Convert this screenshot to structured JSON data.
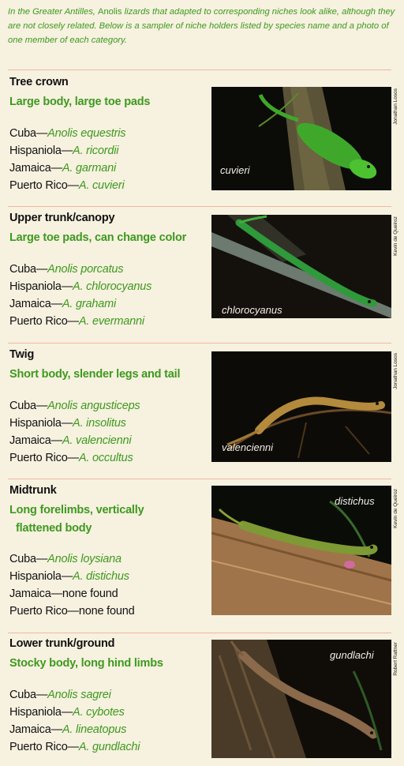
{
  "intro": {
    "part1": "In the Greater Antilles, ",
    "genus": "Anolis",
    "part2": " lizards that adapted to corresponding niches look alike, although they are not closely related. Below is a sampler of niche holders listed by species name and a photo of one member of each category."
  },
  "sections": [
    {
      "habitat": "Tree crown",
      "traits": "Large body, large toe pads",
      "species": [
        {
          "island": "Cuba—",
          "name": "Anolis equestris"
        },
        {
          "island": "Hispaniola—",
          "name": "A. ricordii"
        },
        {
          "island": "Jamaica—",
          "name": "A. garmani"
        },
        {
          "island": "Puerto Rico—",
          "name": "A. cuvieri"
        }
      ],
      "caption": "cuvieri",
      "credit": "Jonathan Losos"
    },
    {
      "habitat": "Upper trunk/canopy",
      "traits": "Large toe pads, can change color",
      "species": [
        {
          "island": "Cuba—",
          "name": "Anolis porcatus"
        },
        {
          "island": "Hispaniola—",
          "name": "A. chlorocyanus"
        },
        {
          "island": "Jamaica—",
          "name": "A. grahami"
        },
        {
          "island": "Puerto Rico—",
          "name": "A. evermanni"
        }
      ],
      "caption": "chlorocyanus",
      "credit": "Kevin de Queiroz"
    },
    {
      "habitat": "Twig",
      "traits": "Short body, slender legs and tail",
      "species": [
        {
          "island": "Cuba—",
          "name": "Anolis angusticeps"
        },
        {
          "island": "Hispaniola—",
          "name": "A. insolitus"
        },
        {
          "island": "Jamaica—",
          "name": "A. valencienni"
        },
        {
          "island": "Puerto Rico—",
          "name": "A. occultus"
        }
      ],
      "caption": "valencienni",
      "credit": "Jonathan Losos"
    },
    {
      "habitat": "Midtrunk",
      "traits_line1": "Long forelimbs, vertically",
      "traits_line2": "flattened body",
      "species": [
        {
          "island": "Cuba—",
          "name": "Anolis loysiana"
        },
        {
          "island": "Hispaniola—",
          "name": "A. distichus"
        },
        {
          "island": "Jamaica—none found",
          "name": ""
        },
        {
          "island": "Puerto Rico—none found",
          "name": ""
        }
      ],
      "caption": "distichus",
      "credit": "Kevin de Queiroz"
    },
    {
      "habitat": "Lower trunk/ground",
      "traits": "Stocky body, long hind limbs",
      "species": [
        {
          "island": "Cuba—",
          "name": "Anolis sagrei"
        },
        {
          "island": "Hispaniola—",
          "name": "A. cybotes"
        },
        {
          "island": "Jamaica—",
          "name": "A. lineatopus"
        },
        {
          "island": "Puerto Rico—",
          "name": "A. gundlachi"
        }
      ],
      "caption": "gundlachi",
      "credit": "Robert Rattner"
    }
  ]
}
